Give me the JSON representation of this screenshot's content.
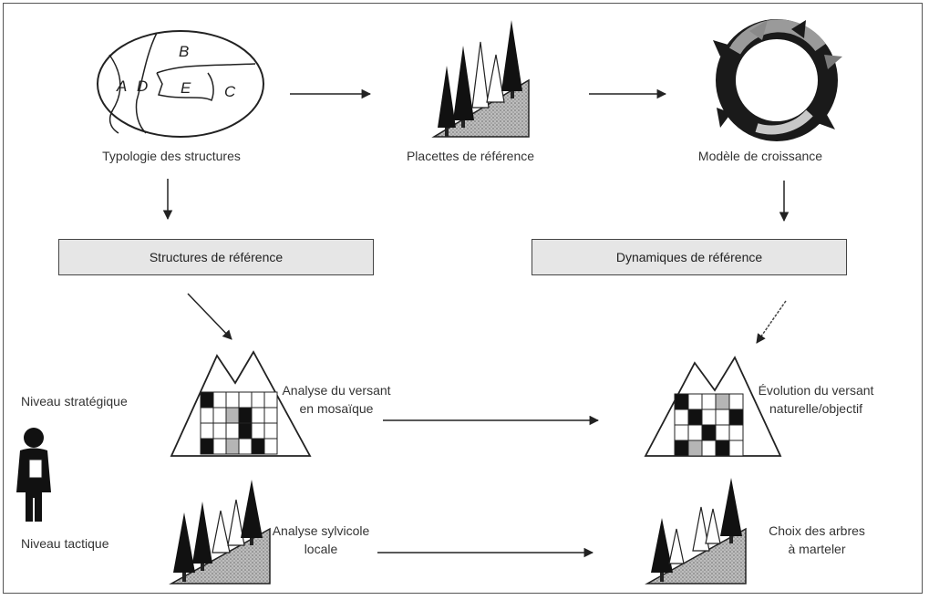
{
  "top": {
    "typology_label": "Typologie des structures",
    "plots_label": "Placettes de référence",
    "growth_label": "Modèle de croissance",
    "typology_zones": [
      "A",
      "D",
      "B",
      "E",
      "C"
    ]
  },
  "boxes": {
    "left": "Structures de référence",
    "right": "Dynamiques de référence"
  },
  "levels": {
    "strategic": "Niveau stratégique",
    "tactical": "Niveau tactique"
  },
  "middle": {
    "left_line1": "Analyse du versant",
    "left_line2": "en mosaïque",
    "right_line1": "Évolution du versant",
    "right_line2": "naturelle/objectif"
  },
  "bottom": {
    "left_line1": "Analyse sylvicole",
    "left_line2": "locale",
    "right_line1": "Choix des arbres",
    "right_line2": "à marteler"
  },
  "mosaic_grids": {
    "left": [
      [
        "black",
        "white",
        "white",
        "white",
        "white",
        "white"
      ],
      [
        "white",
        "white",
        "gray",
        "black",
        "white",
        "white"
      ],
      [
        "white",
        "white",
        "white",
        "black",
        "white",
        "white"
      ],
      [
        "black",
        "white",
        "gray",
        "white",
        "black",
        "white"
      ]
    ],
    "right": [
      [
        "black",
        "white",
        "white",
        "gray",
        "white"
      ],
      [
        "white",
        "black",
        "white",
        "white",
        "black"
      ],
      [
        "white",
        "white",
        "black",
        "white",
        "white"
      ],
      [
        "black",
        "gray",
        "white",
        "black",
        "white"
      ]
    ]
  },
  "colors": {
    "cell_black": "#111111",
    "cell_gray": "#b5b5b5",
    "cell_white": "#ffffff",
    "box_fill": "#e6e6e6"
  }
}
